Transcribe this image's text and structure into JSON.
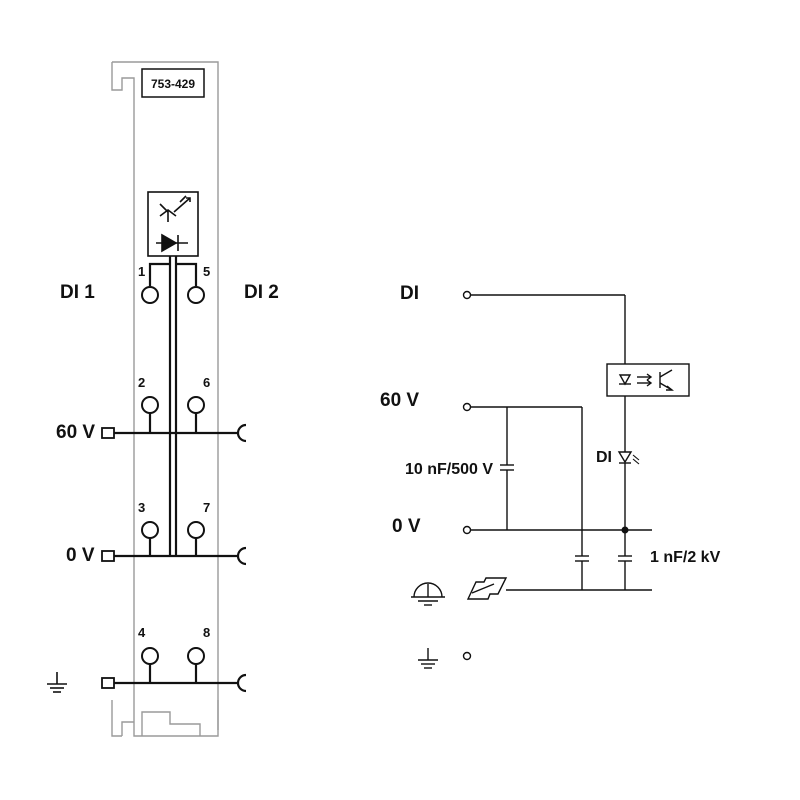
{
  "module": {
    "part_number": "753-429",
    "channel_labels": {
      "left": "DI 1",
      "right": "DI 2"
    },
    "terminal_numbers": [
      "1",
      "5",
      "2",
      "6",
      "3",
      "7",
      "4",
      "8"
    ],
    "rail_labels": {
      "supply": "60 V",
      "zero": "0 V"
    }
  },
  "schematic": {
    "input_label": "DI",
    "supply_label": "60 V",
    "zero_label": "0 V",
    "capacitor_1": "10 nF/500 V",
    "capacitor_2": "1 nF/2 kV",
    "led_label": "DI"
  },
  "colors": {
    "line": "#111111",
    "housing": "#9a9a9a"
  }
}
